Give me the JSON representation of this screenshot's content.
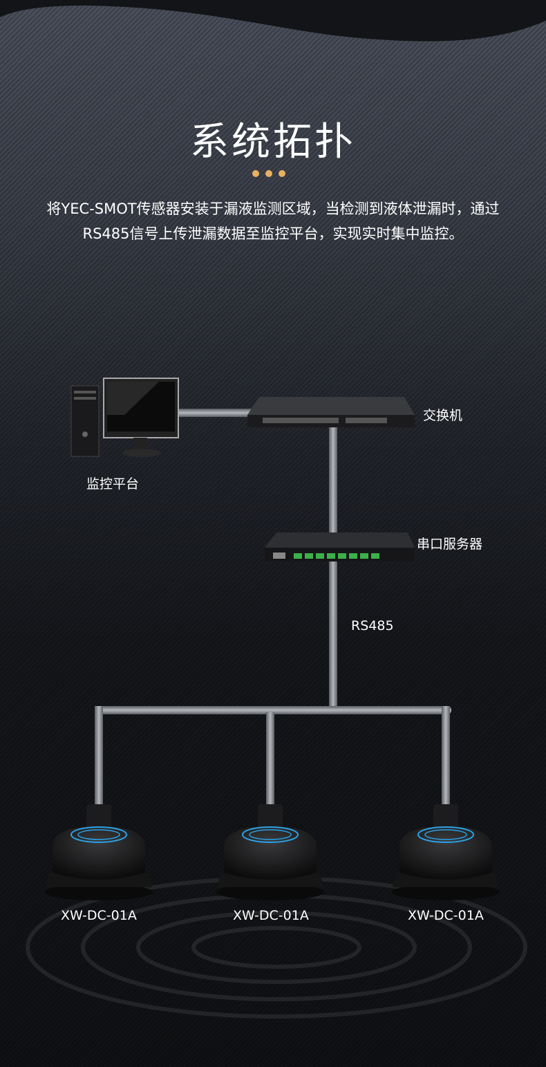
{
  "title": "系统拓扑",
  "accent_color": "#e8b062",
  "description": "将YEC-SMOT传感器安装于漏液监测区域，当检测到液体泄漏时，通过RS485信号上传泄漏数据至监控平台，实现实时集中监控。",
  "nodes": {
    "monitor_platform": "监控平台",
    "switch": "交换机",
    "serial_server": "串口服务器",
    "bus_label": "RS485",
    "sensors": [
      "XW-DC-01A",
      "XW-DC-01A",
      "XW-DC-01A"
    ]
  }
}
